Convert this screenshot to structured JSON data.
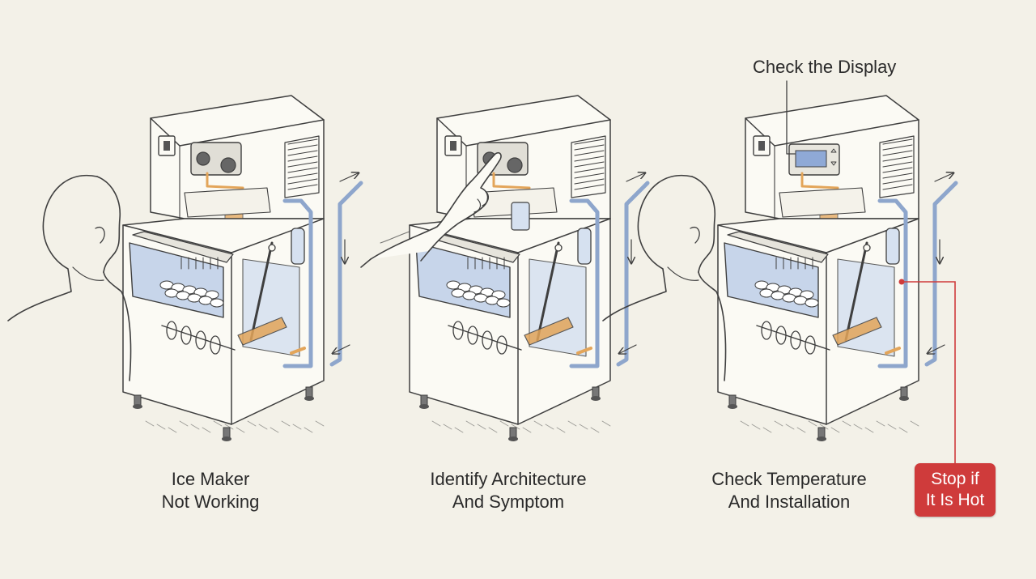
{
  "panels": [
    {
      "caption": [
        "Ice Maker",
        "Not Working"
      ],
      "actor": "person-observing",
      "control": "knobs"
    },
    {
      "caption": [
        "Identify Architecture",
        "And Symptom"
      ],
      "actor": "hand-pressing-knob",
      "control": "knobs"
    },
    {
      "caption": [
        "Check Temperature",
        "And Installation"
      ],
      "actor": "person-observing",
      "control": "digital-display"
    }
  ],
  "callouts": {
    "display": "Check the Display",
    "warning": [
      "Stop if",
      "It Is Hot"
    ]
  },
  "colors": {
    "background": "#f3f1e8",
    "line": "#3f3f3f",
    "pipe_blue": "#8ea6cc",
    "pipe_orange": "#e3a55a",
    "warning_red": "#cf3b3b"
  }
}
